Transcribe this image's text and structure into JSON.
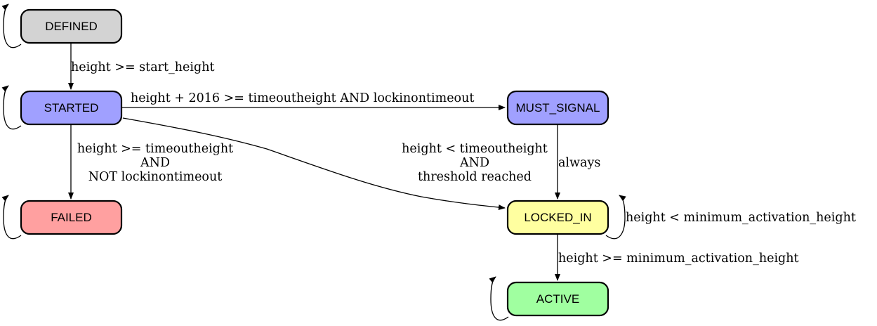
{
  "states": [
    {
      "id": "defined",
      "label": "DEFINED",
      "color": "#d3d3d3"
    },
    {
      "id": "started",
      "label": "STARTED",
      "color": "#a0a0ff"
    },
    {
      "id": "must_signal",
      "label": "MUST_SIGNAL",
      "color": "#a0a0ff"
    },
    {
      "id": "failed",
      "label": "FAILED",
      "color": "#ffa0a0"
    },
    {
      "id": "locked_in",
      "label": "LOCKED_IN",
      "color": "#ffffa0"
    },
    {
      "id": "active",
      "label": "ACTIVE",
      "color": "#a0ffa0"
    }
  ],
  "transitions": [
    {
      "id": "defined-started",
      "from": "DEFINED",
      "to": "STARTED",
      "label": [
        "height >= start_height"
      ]
    },
    {
      "id": "started-must_signal",
      "from": "STARTED",
      "to": "MUST_SIGNAL",
      "label": [
        "height + 2016 >= timeoutheight AND lockinontimeout"
      ]
    },
    {
      "id": "started-failed",
      "from": "STARTED",
      "to": "FAILED",
      "label": [
        "height >= timeoutheight",
        "AND",
        "NOT lockinontimeout"
      ]
    },
    {
      "id": "started-locked_in",
      "from": "STARTED",
      "to": "LOCKED_IN",
      "label": [
        "height < timeoutheight",
        "AND",
        "threshold reached"
      ]
    },
    {
      "id": "must_signal-locked_in",
      "from": "MUST_SIGNAL",
      "to": "LOCKED_IN",
      "label": [
        "always"
      ]
    },
    {
      "id": "locked_in-self",
      "from": "LOCKED_IN",
      "to": "LOCKED_IN",
      "label": [
        "height < minimum_activation_height"
      ]
    },
    {
      "id": "locked_in-active",
      "from": "LOCKED_IN",
      "to": "ACTIVE",
      "label": [
        "height >= minimum_activation_height"
      ]
    }
  ],
  "self_loops": [
    "DEFINED",
    "STARTED",
    "FAILED",
    "LOCKED_IN",
    "ACTIVE"
  ]
}
